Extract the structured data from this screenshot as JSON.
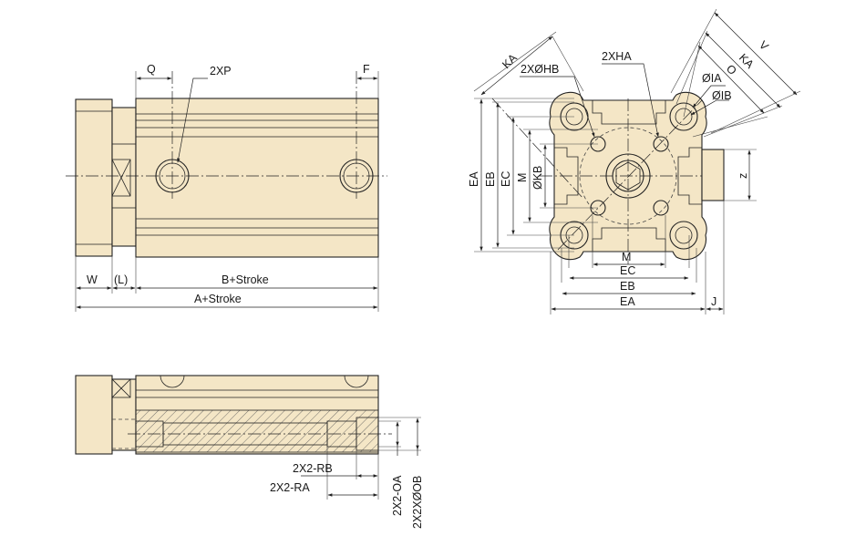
{
  "side_view": {
    "labels": {
      "Q": "Q",
      "XP": "2XP",
      "F": "F",
      "W": "W",
      "L": "(L)",
      "B_stroke": "B+Stroke",
      "A_stroke": "A+Stroke"
    }
  },
  "front_view": {
    "labels": {
      "KA_left": "KA",
      "HB": "2XØHB",
      "HA": "2XHA",
      "V": "V",
      "O": "O",
      "KA_right": "KA",
      "IA": "ØIA",
      "IB": "ØIB",
      "EA_left": "EA",
      "EB_left": "EB",
      "EC_left": "EC",
      "M_left": "M",
      "OKB": "ØKB",
      "Z": "z",
      "M_bottom": "M",
      "EC_bottom": "EC",
      "EB_bottom": "EB",
      "EA_bottom": "EA",
      "J": "J"
    }
  },
  "section_view": {
    "labels": {
      "RB": "2X2-RB",
      "RA": "2X2-RA",
      "OA": "2X2-OA",
      "OB": "2X2XØOB"
    }
  }
}
